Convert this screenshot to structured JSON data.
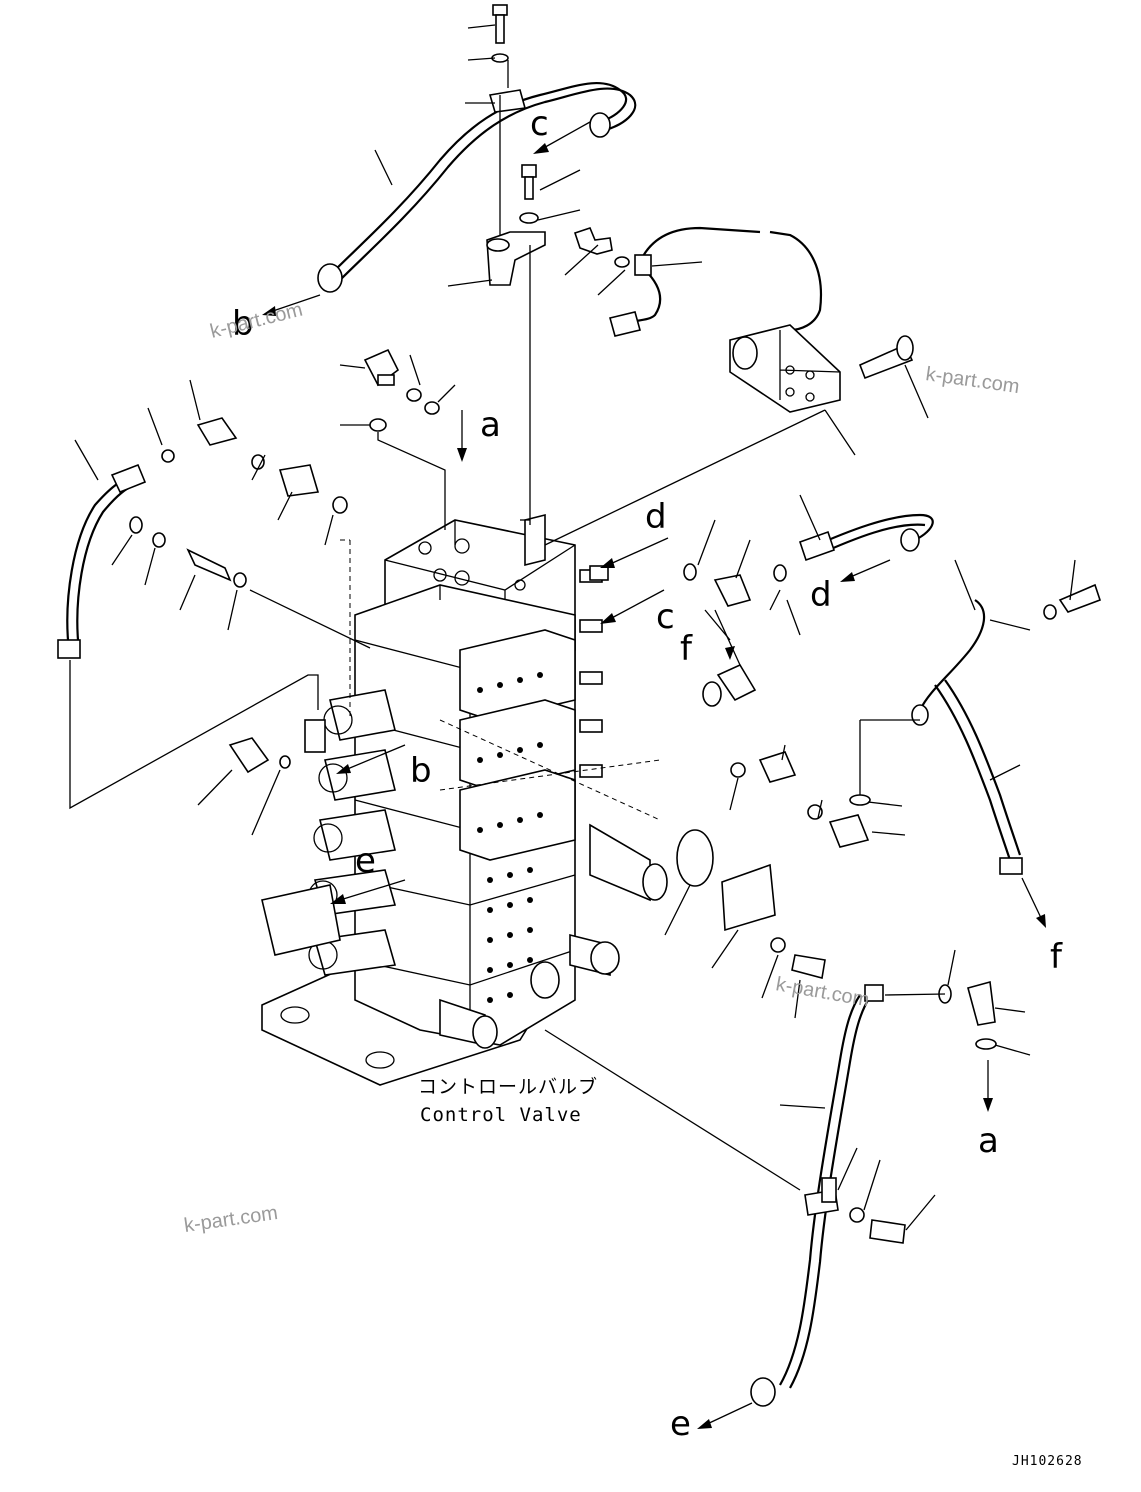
{
  "watermark": "k-part.com",
  "caption": {
    "japanese": "コントロールバルブ",
    "english": "Control Valve"
  },
  "drawing_code": "JH102628",
  "connection_letters": {
    "a": "a",
    "b": "b",
    "c": "c",
    "d": "d",
    "e": "e",
    "f": "f"
  }
}
